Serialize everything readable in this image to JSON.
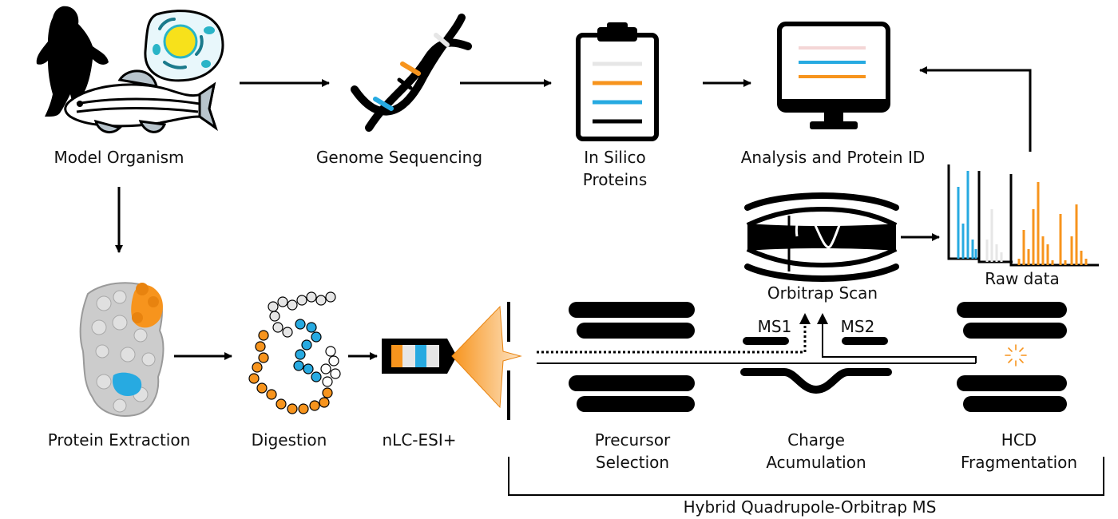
{
  "labels": {
    "model_organism": "Model Organism",
    "genome_sequencing": "Genome Sequencing",
    "in_silico_line1": "In Silico",
    "in_silico_line2": "Proteins",
    "analysis": "Analysis and Protein ID",
    "protein_extraction": "Protein Extraction",
    "digestion": "Digestion",
    "nlc_esi": "nLC-ESI+",
    "orbitrap_scan": "Orbitrap Scan",
    "raw_data": "Raw data",
    "ms1": "MS1",
    "ms2": "MS2",
    "precursor_line1": "Precursor",
    "precursor_line2": "Selection",
    "charge_line1": "Charge",
    "charge_line2": "Acumulation",
    "hcd_line1": "HCD",
    "hcd_line2": "Fragmentation",
    "instrument": "Hybrid Quadrupole-Orbitrap MS"
  },
  "colors": {
    "orange": "#f7941d",
    "blue": "#27aae1",
    "light_gray": "#e6e6e6",
    "pink": "#f4d6d6",
    "black": "#000000",
    "cell_yellow": "#f7e11b",
    "cell_teal": "#2ab4c7"
  }
}
